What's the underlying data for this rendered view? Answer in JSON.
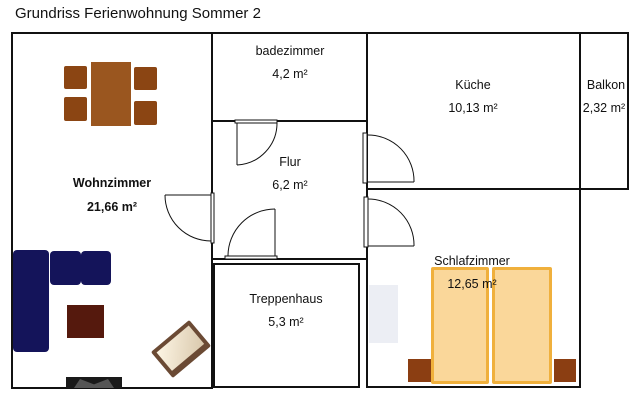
{
  "title": "Grundriss Ferienwohnung Sommer 2",
  "rooms": [
    {
      "id": "wohnzimmer",
      "name": "Wohnzimmer",
      "area": "21,66 m²"
    },
    {
      "id": "badezimmer",
      "name": "badezimmer",
      "area": "4,2 m²"
    },
    {
      "id": "flur",
      "name": "Flur",
      "area": "6,2 m²"
    },
    {
      "id": "treppenhaus",
      "name": "Treppenhaus",
      "area": "5,3 m²"
    },
    {
      "id": "kueche",
      "name": "Küche",
      "area": "10,13 m²"
    },
    {
      "id": "balkon",
      "name": "Balkon",
      "area": "2,32 m²"
    },
    {
      "id": "schlafzimmer",
      "name": "Schlafzimmer",
      "area": "12,65 m²"
    }
  ],
  "colors": {
    "wall": "#111111",
    "dining_table": "#9a561f",
    "dining_chair": "#8b4513",
    "sofa": "#14145a",
    "coffee_table": "#55190d",
    "armchair_frame": "#6b4a34",
    "armchair_cushion": "#f2e6cc",
    "tv": "#1a1a1a",
    "bed_fill": "#fad79a",
    "bed_border": "#f0b03c",
    "nightstand": "#8b3e12",
    "wardrobe": "#eceef4"
  }
}
